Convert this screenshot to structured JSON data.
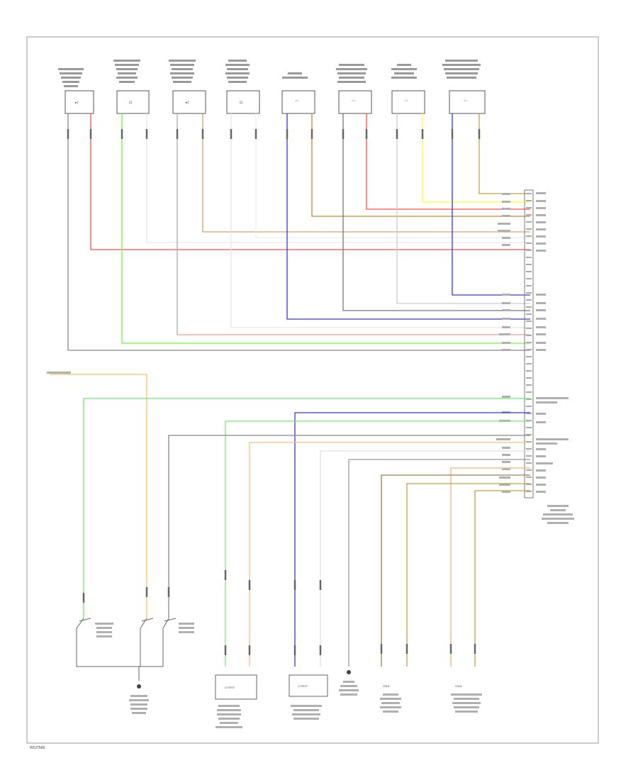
{
  "diagram": {
    "footer_code": "W0J7568",
    "top_components": [
      {
        "icon": "diode-icon",
        "symbol": "▸|"
      },
      {
        "icon": "resistor-icon",
        "symbol": "⊡"
      },
      {
        "icon": "diode-icon",
        "symbol": "▸|"
      },
      {
        "icon": "resistor-icon",
        "symbol": "⊡"
      },
      {
        "icon": "pressure-sensor-icon",
        "symbol": "⌒"
      },
      {
        "icon": "pressure-sensor-icon",
        "symbol": "⌒"
      },
      {
        "icon": "pressure-sensor-icon",
        "symbol": "⌒"
      },
      {
        "icon": "pressure-sensor-icon",
        "symbol": "⌒"
      }
    ],
    "bottom_components": [
      {
        "symbol": "C/TEST"
      },
      {
        "symbol": "C/TEST"
      },
      {
        "symbol": "G301"
      },
      {
        "symbol": "G302"
      }
    ],
    "wire_colors": {
      "red": "#ff4d4d",
      "green": "#66ff33",
      "blue": "#3333ff",
      "yellow": "#ffff33",
      "tan": "#c8a040",
      "orange": "#ffb070",
      "gray": "#777777",
      "pink": "#ffaaaa",
      "white": "#e6e6e6",
      "frame": "#999999",
      "lightgreen": "#66ee66"
    }
  }
}
